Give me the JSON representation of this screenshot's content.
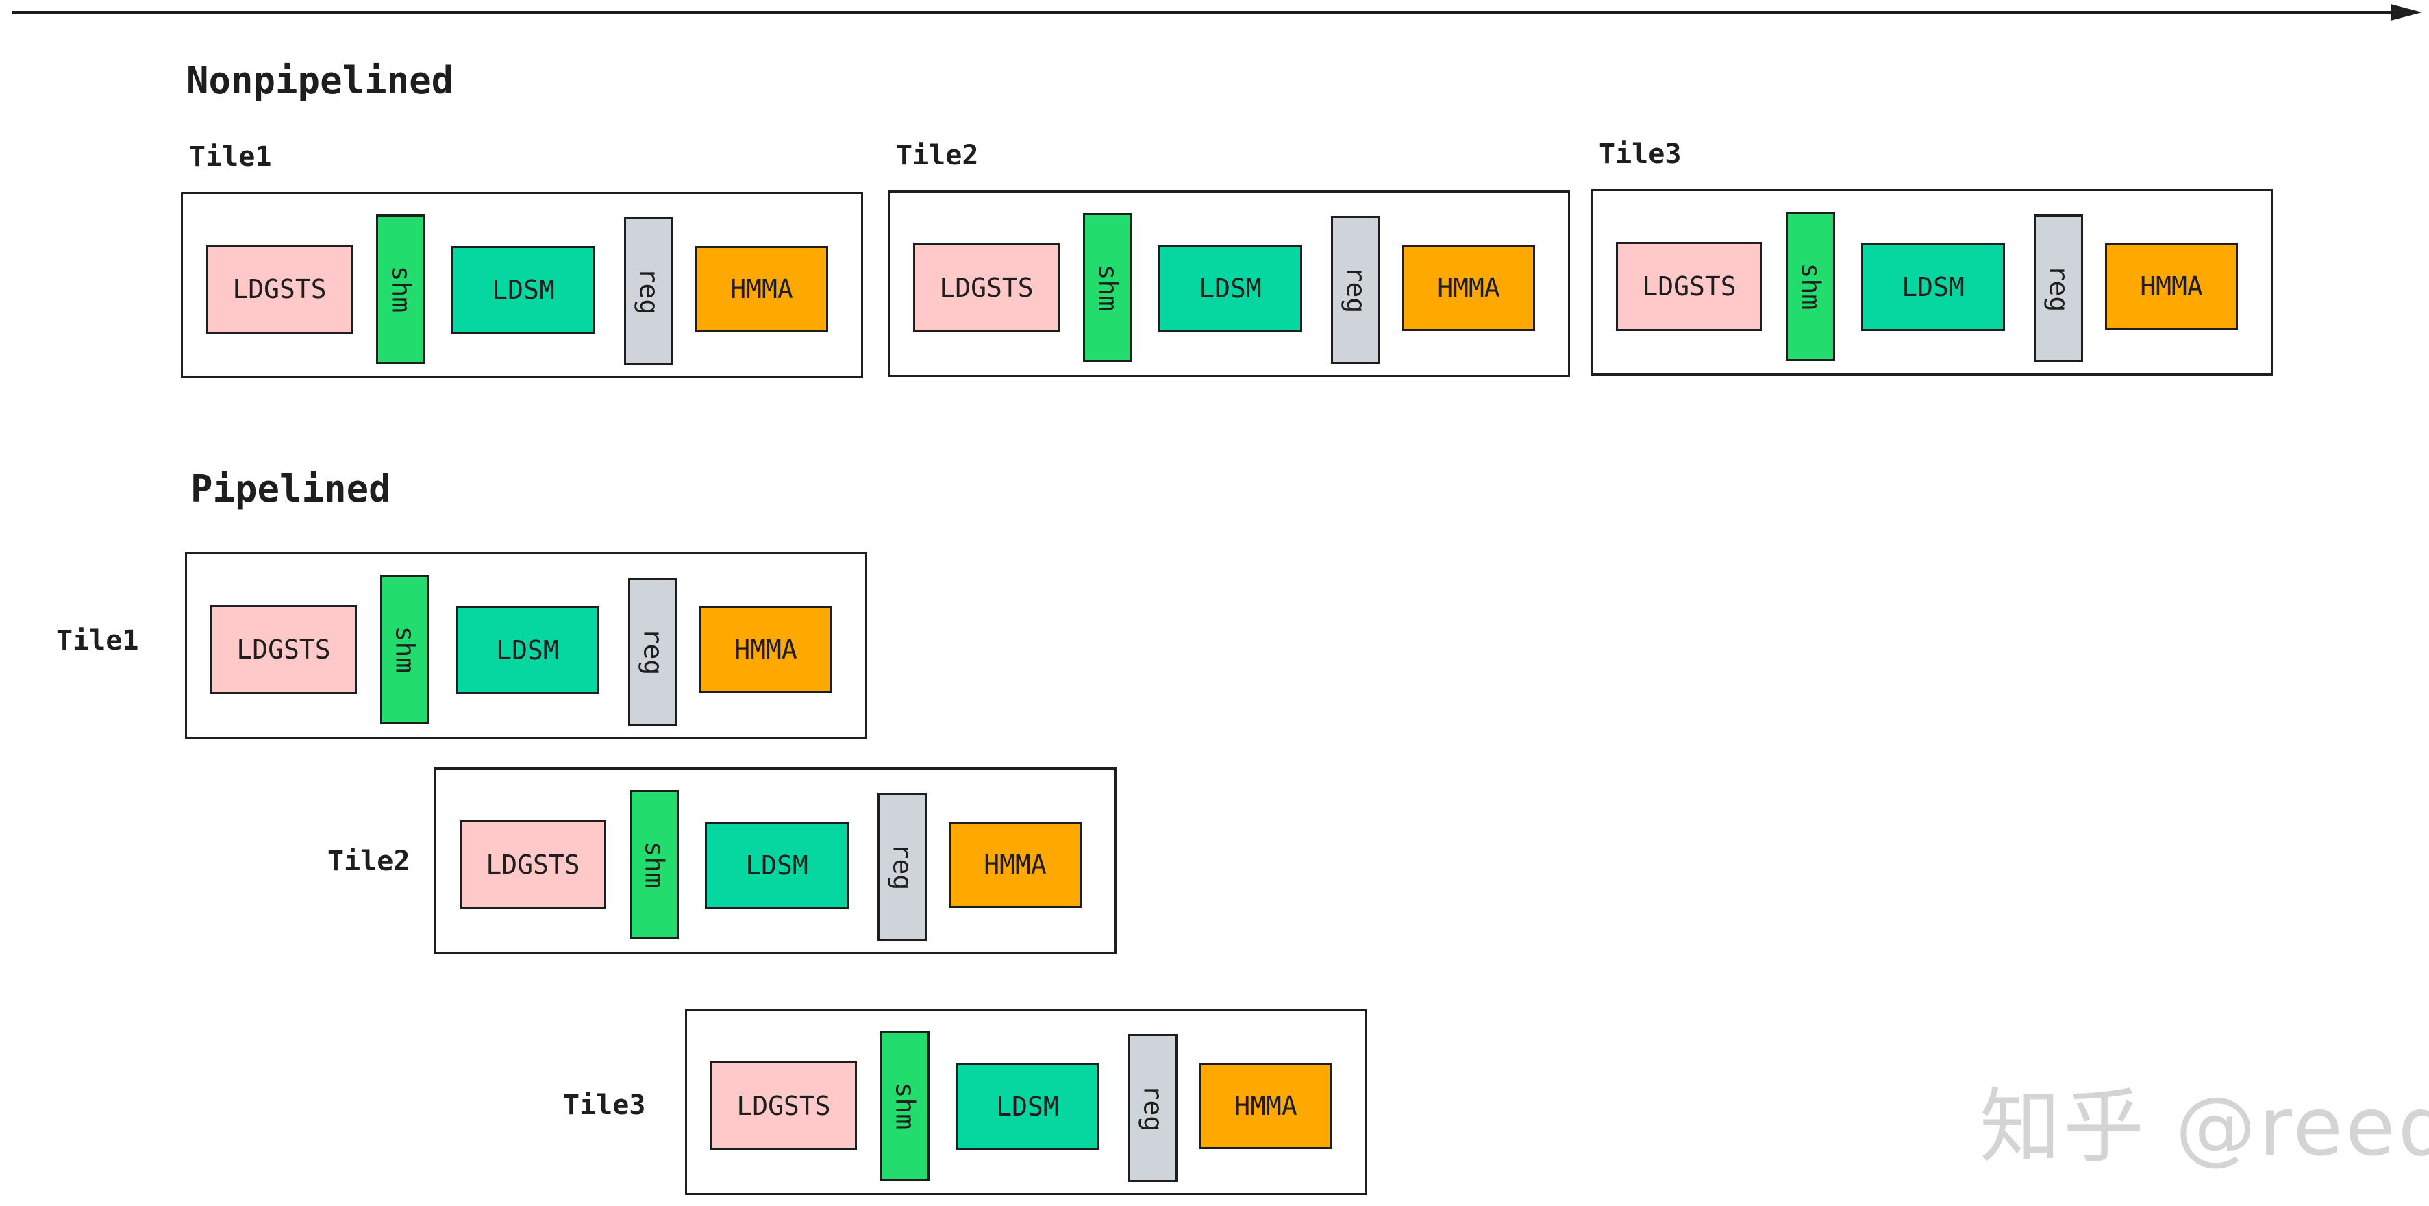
{
  "colors": {
    "ldgsts": "#ffc9c9",
    "shm": "#22dd6e",
    "ldsm": "#06d6a0",
    "reg": "#ced4da",
    "hmma": "#ffa800",
    "stroke": "#1e1e1e"
  },
  "stage_labels": {
    "ldgsts": "LDGSTS",
    "shm": "shm",
    "ldsm": "LDSM",
    "reg": "reg",
    "hmma": "HMMA"
  },
  "nonpipelined": {
    "title": "Nonpipelined",
    "tiles": [
      "Tile1",
      "Tile2",
      "Tile3"
    ]
  },
  "pipelined": {
    "title": "Pipelined",
    "tiles": [
      "Tile1",
      "Tile2",
      "Tile3"
    ]
  },
  "watermark": "知乎 @reed"
}
